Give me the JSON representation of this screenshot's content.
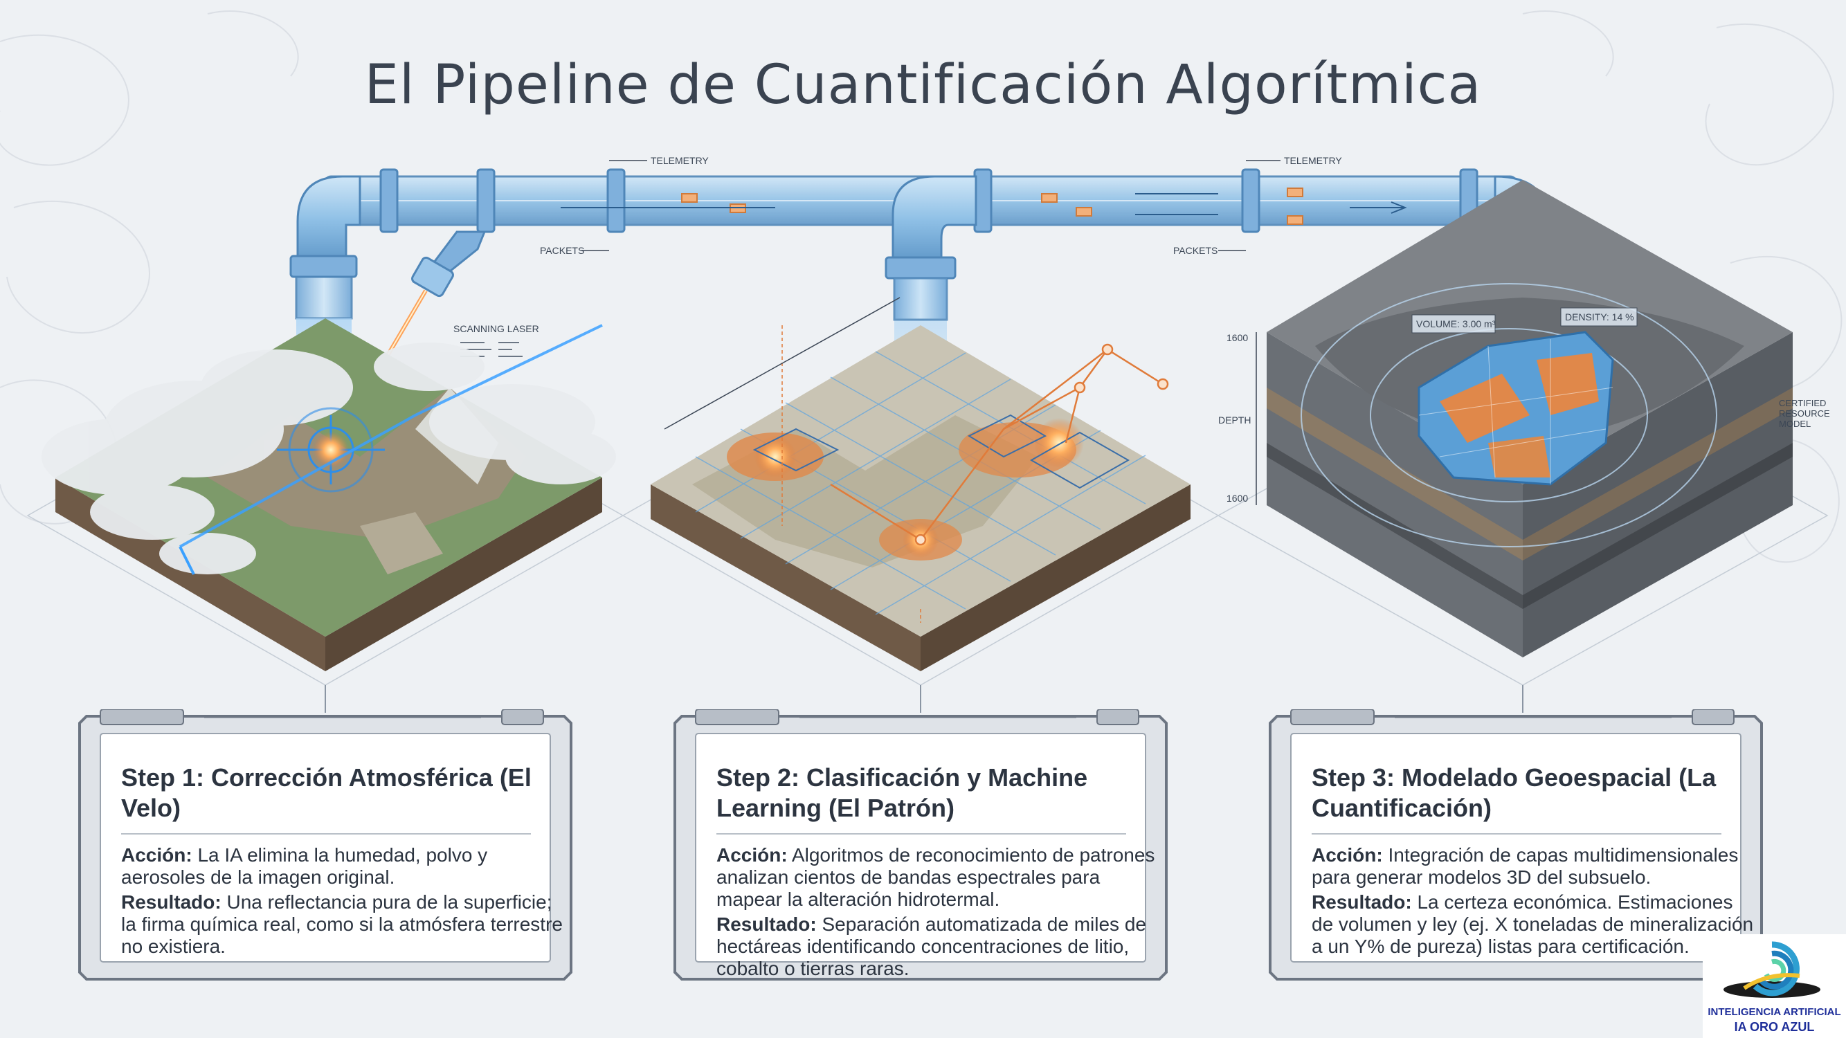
{
  "title": "El Pipeline de Cuantificación Algorítmica",
  "pipe_labels": {
    "telemetry_1": "TELEMETRY",
    "packets_1": "PACKETS",
    "telemetry_2": "TELEMETRY",
    "packets_2": "PACKETS",
    "scanning_laser": "SCANNING LASER",
    "volume": "VOLUME: 3.00 m³",
    "density": "DENSITY: 14 %",
    "depth": "DEPTH",
    "depth_top": "1600",
    "depth_bottom": "1600",
    "certified": "CERTIFIED RESOURCE MODEL"
  },
  "cards": [
    {
      "title": "Step 1: Corrección Atmosférica (El Velo)",
      "accion_label": "Acción:",
      "accion_text": "La IA elimina la humedad, polvo y aerosoles de la imagen original.",
      "resultado_label": "Resultado:",
      "resultado_text": "Una reflectancia pura de la superficie; la firma química real, como si la atmósfera terrestre no existiera."
    },
    {
      "title": "Step 2: Clasificación y Machine Learning (El Patrón)",
      "accion_label": "Acción:",
      "accion_text": "Algoritmos de reconocimiento de patrones analizan cientos de bandas espectrales para mapear la alteración hidrotermal.",
      "resultado_label": "Resultado:",
      "resultado_text": "Separación automatizada de miles de hectáreas identificando concentraciones de litio, cobalto o tierras raras."
    },
    {
      "title": "Step 3: Modelado Geoespacial (La Cuantificación)",
      "accion_label": "Acción:",
      "accion_text": "Integración de capas multidimensionales para generar modelos 3D del subsuelo.",
      "resultado_label": "Resultado:",
      "resultado_text": "La certeza económica. Estimaciones de volumen y ley (ej. X toneladas de mineralización a un Y% de pureza) listas para certificación."
    }
  ],
  "logo": {
    "line1": "INTELIGENCIA ARTIFICIAL",
    "line2": "IA ORO AZUL"
  },
  "colors": {
    "pipe": "#8fc0e6",
    "pipe_dark": "#5f97c8",
    "laser": "#ff9a4a",
    "scan_blue": "#3aa0ff",
    "terrain_green": "#7d9a6a",
    "soil": "#6f5a47",
    "ore_orange": "#e0884a",
    "ore_blue": "#5b9fd6",
    "logo_blue": "#1f2f9a"
  }
}
